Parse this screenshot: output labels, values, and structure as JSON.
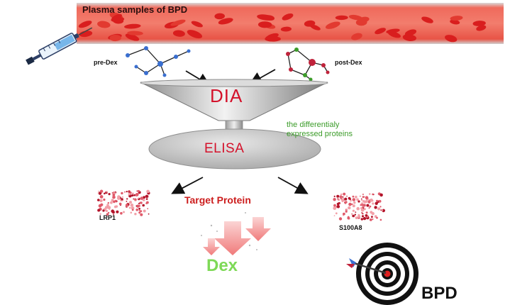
{
  "banner": {
    "title": "Plasma samples of BPD"
  },
  "samples": {
    "pre": "pre-Dex",
    "post": "post-Dex"
  },
  "method": {
    "dia": "DIA",
    "elisa": "ELISA"
  },
  "note": {
    "line1": "the differentialy",
    "line2": "expressed proteins"
  },
  "targets": {
    "label": "Target Protein",
    "left": "LRP1",
    "right": "S100A8"
  },
  "drug": {
    "label": "Dex"
  },
  "outcome": {
    "label": "BPD"
  },
  "colors": {
    "vessel": "#ef4a3f",
    "cell": "#d91e1e",
    "accent_red": "#d4122b",
    "accent_green": "#3c9c2a",
    "dex_green": "#7ed957",
    "node_blue": "#3a6fd0"
  }
}
